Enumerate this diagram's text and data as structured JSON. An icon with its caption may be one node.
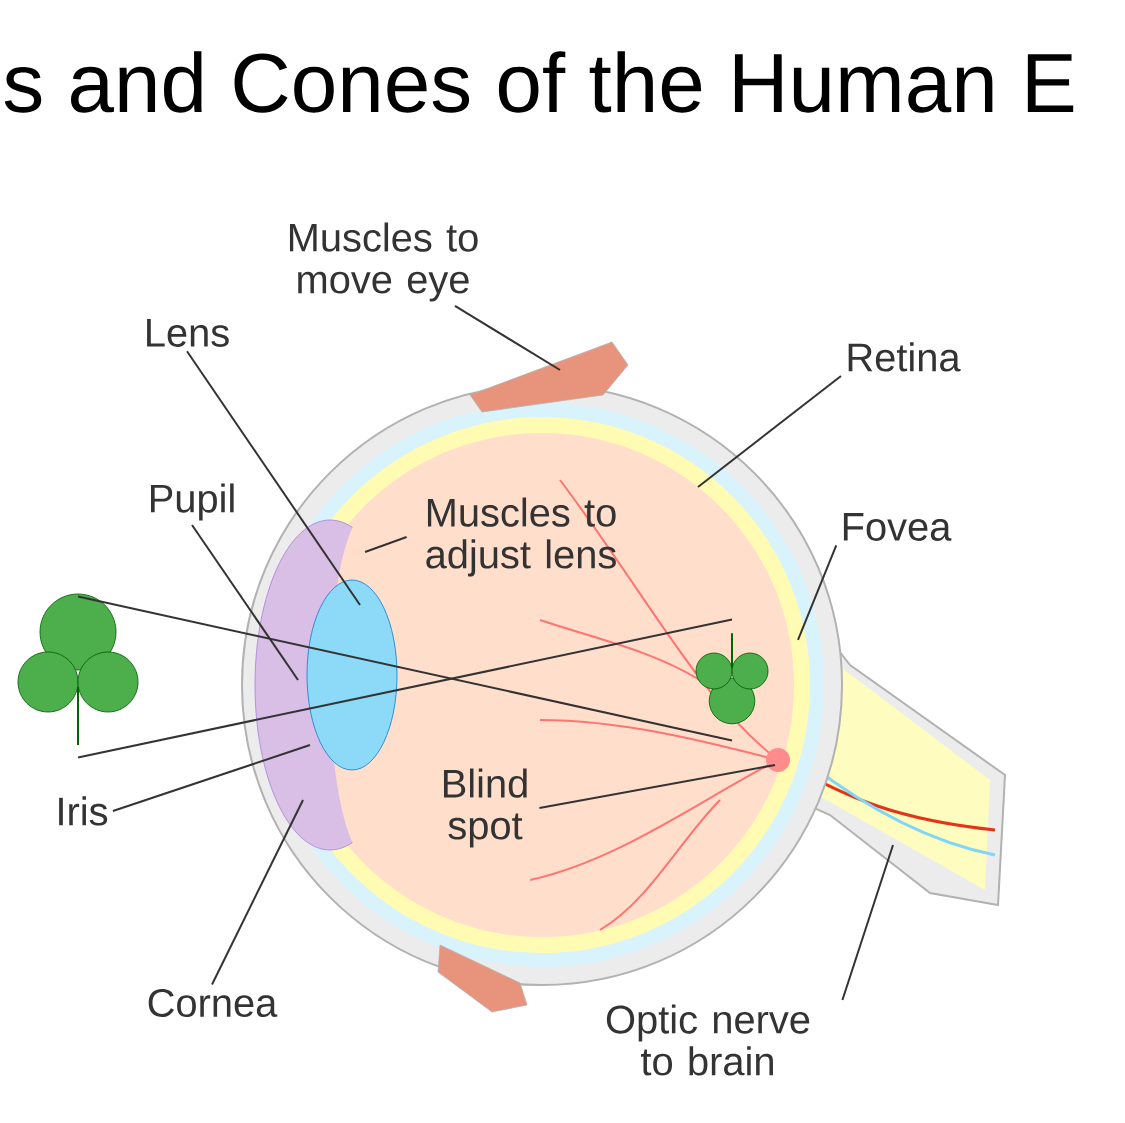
{
  "diagram": {
    "title": "s and Cones of the Human E",
    "nodes": [
      {
        "text": [
          "Muscles to move eye"
        ]
      },
      {
        "text": [
          "Lens"
        ]
      },
      {
        "text": [
          "Retina"
        ]
      },
      {
        "text": [
          "Pupil"
        ]
      },
      {
        "text": [
          "Muscles to adjust lens"
        ]
      },
      {
        "text": [
          "Fovea"
        ]
      },
      {
        "text": [],
        "shape": "picture"
      },
      {
        "text": [],
        "shape": "picture"
      },
      {
        "text": [
          "Iris"
        ]
      },
      {
        "text": [
          "Blind spot"
        ]
      },
      {
        "text": [
          "Cornea"
        ]
      },
      {
        "text": [
          "Optic nerve to brain"
        ]
      }
    ],
    "edges": [
      {
        "from": 0,
        "to": null,
        "arrow": "none"
      },
      {
        "from": 1,
        "to": null,
        "arrow": "none"
      },
      {
        "from": 2,
        "to": null,
        "arrow": "none"
      },
      {
        "from": 3,
        "to": null,
        "arrow": "none"
      },
      {
        "from": 4,
        "to": null,
        "arrow": "none"
      },
      {
        "from": 5,
        "to": null,
        "arrow": "none"
      },
      {
        "from": 6,
        "to": 7,
        "arrow": "none"
      },
      {
        "from": 6,
        "to": 7,
        "arrow": "none"
      },
      {
        "from": 8,
        "to": null,
        "arrow": "none"
      },
      {
        "from": 9,
        "to": null,
        "arrow": "none"
      },
      {
        "from": 10,
        "to": null,
        "arrow": "none"
      },
      {
        "from": 11,
        "to": null,
        "arrow": "none"
      }
    ]
  }
}
